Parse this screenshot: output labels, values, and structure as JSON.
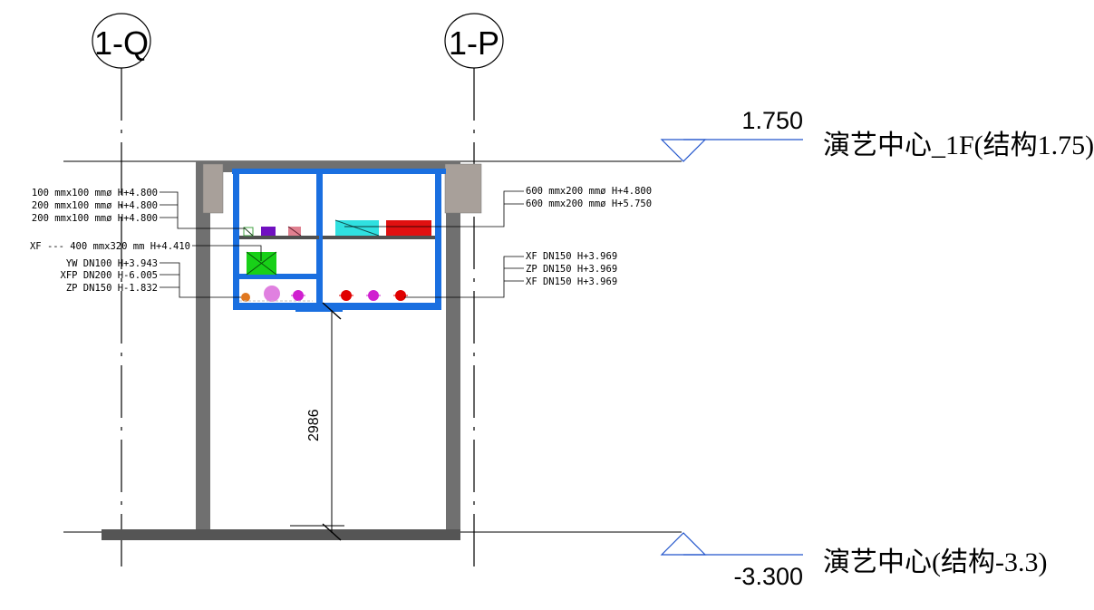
{
  "grid_axes": [
    {
      "id": "axis-1q",
      "label": "1-Q"
    },
    {
      "id": "axis-1p",
      "label": "1-P"
    }
  ],
  "levels": {
    "upper": {
      "elevation": "1.750",
      "name": "演艺中心_1F(结构1.75)"
    },
    "lower": {
      "elevation": "-3.300",
      "name": "演艺中心(结构-3.3)"
    }
  },
  "dimension": {
    "value": "2986"
  },
  "left_tags": {
    "group_top": [
      "100 mmx100 mmø H+4.800",
      "200 mmx100 mmø H+4.800",
      "200 mmx100 mmø H+4.800"
    ],
    "duct": "XF --- 400 mmx320 mm H+4.410",
    "group_pipes": [
      "YW DN100 H+3.943",
      "XFP DN200 H-6.005",
      "ZP DN150 H-1.832"
    ]
  },
  "right_tags": {
    "group_top": [
      "600 mmx200 mmø H+4.800",
      "600 mmx200 mmø H+5.750"
    ],
    "group_pipes": [
      "XF DN150 H+3.969",
      "ZP DN150 H+3.969",
      "XF DN150 H+3.969"
    ]
  },
  "colors": {
    "frame_blue": "#1a6fe0",
    "level_blue": "#2255cc",
    "wall_gray": "#707070",
    "column_gray": "#a8a09a",
    "duct_green": "#18d018",
    "tray_cyan": "#30e0e0",
    "tray_red": "#e01010",
    "pipe_magenta": "#d020d0",
    "pipe_red": "#e00000",
    "pipe_pink": "#e080e0",
    "small_purple": "#7010c0",
    "small_pink": "#e08090"
  }
}
